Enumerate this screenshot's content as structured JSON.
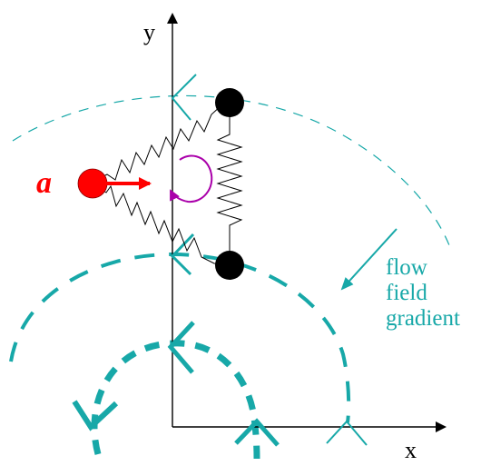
{
  "axes": {
    "x_label": "x",
    "y_label": "y"
  },
  "bead_label": "a",
  "flow_text": {
    "line1": "flow",
    "line2": "field",
    "line3": "gradient"
  },
  "colors": {
    "teal": "#17a8a8",
    "red": "#ff0000",
    "purple": "#aa00aa",
    "black": "#000000"
  }
}
